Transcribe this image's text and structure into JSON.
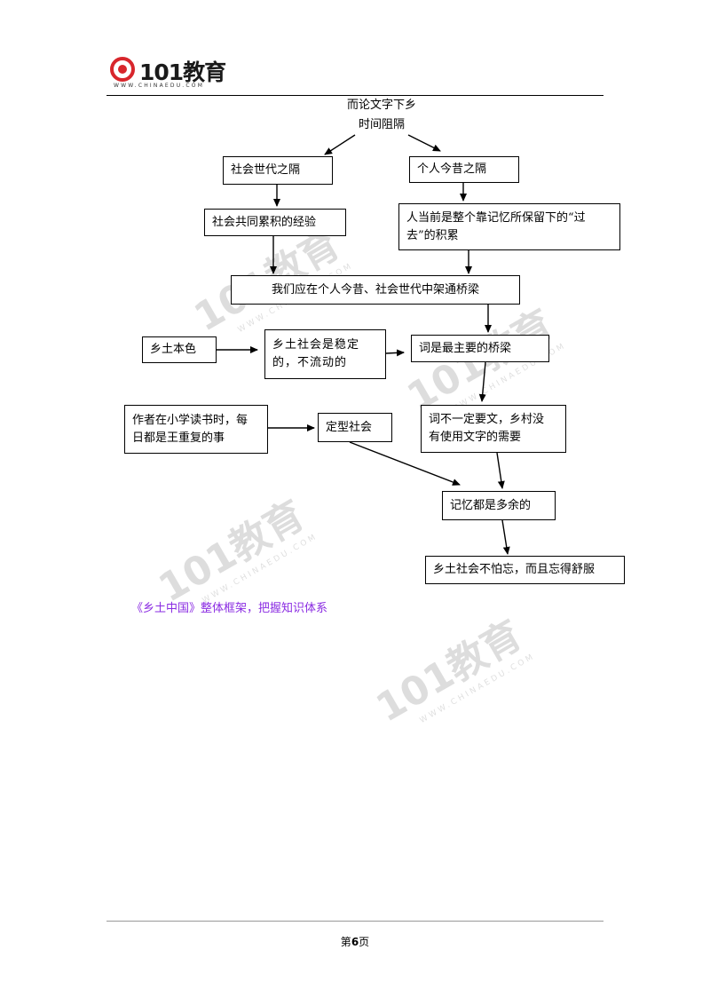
{
  "header": {
    "logo_text": "101教育",
    "logo_url": "WWW.CHINAEDU.COM"
  },
  "diagram": {
    "top_line1": "而论文字下乡",
    "top_line2": "时间阻隔",
    "social_gap": "社会世代之隔",
    "personal_gap": "个人今昔之隔",
    "shared_experience": "社会共同累积的经验",
    "memory_line1": "人当前是整个靠记忆所保留下的“过",
    "memory_line2": "去”的积累",
    "bridge": "我们应在个人今昔、社会世代中架通桥梁",
    "rural_color": "乡土本色",
    "stable_line1": "乡土社会是稳定",
    "stable_line2": "的，不流动的",
    "words_bridge": "词是最主要的桥梁",
    "author_line1": "作者在小学读书时，每",
    "author_line2": "日都是王重复的事",
    "fixed_society": "定型社会",
    "words_line1": "词不一定要文，乡村没",
    "words_line2": "有使用文字的需要",
    "memory_redundant": "记忆都是多余的",
    "no_fear_forget": "乡土社会不怕忘，而且忘得舒服"
  },
  "caption": "《乡土中国》整体框架，把握知识体系",
  "watermark": {
    "text": "101教育",
    "url": "WWW.CHINAEDU.COM"
  },
  "footer": {
    "page_prefix": "第",
    "page_number": "6",
    "page_suffix": "页"
  },
  "colors": {
    "caption": "#8a2be2",
    "logo_red": "#d8262c"
  }
}
